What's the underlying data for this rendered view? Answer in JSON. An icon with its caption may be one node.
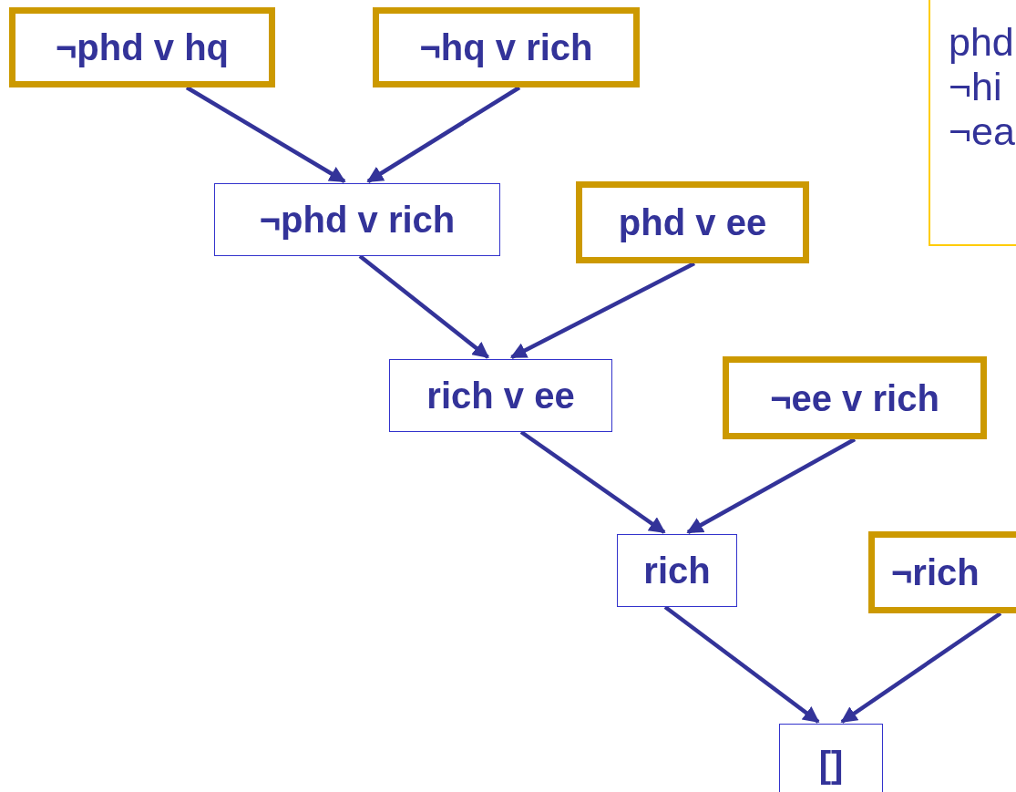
{
  "diagram": {
    "nodes": [
      {
        "text": [
          "¬phd v hq"
        ]
      },
      {
        "text": [
          "¬hq v rich"
        ]
      },
      {
        "text": [
          "phd",
          "¬hi",
          "¬ea"
        ]
      },
      {
        "text": [
          "¬phd v rich"
        ]
      },
      {
        "text": [
          "phd v ee"
        ]
      },
      {
        "text": [
          "rich v ee"
        ]
      },
      {
        "text": [
          "¬ee v rich"
        ]
      },
      {
        "text": [
          "rich"
        ]
      },
      {
        "text": [
          "¬rich"
        ]
      },
      {
        "text": [
          "[]"
        ]
      }
    ],
    "edges": [
      {
        "from": 0,
        "to": 3,
        "arrow": "to"
      },
      {
        "from": 1,
        "to": 3,
        "arrow": "to"
      },
      {
        "from": 3,
        "to": 5,
        "arrow": "to"
      },
      {
        "from": 4,
        "to": 5,
        "arrow": "to"
      },
      {
        "from": 5,
        "to": 7,
        "arrow": "to"
      },
      {
        "from": 6,
        "to": 7,
        "arrow": "to"
      },
      {
        "from": 7,
        "to": 9,
        "arrow": "to"
      },
      {
        "from": 8,
        "to": 9,
        "arrow": "to"
      }
    ]
  }
}
